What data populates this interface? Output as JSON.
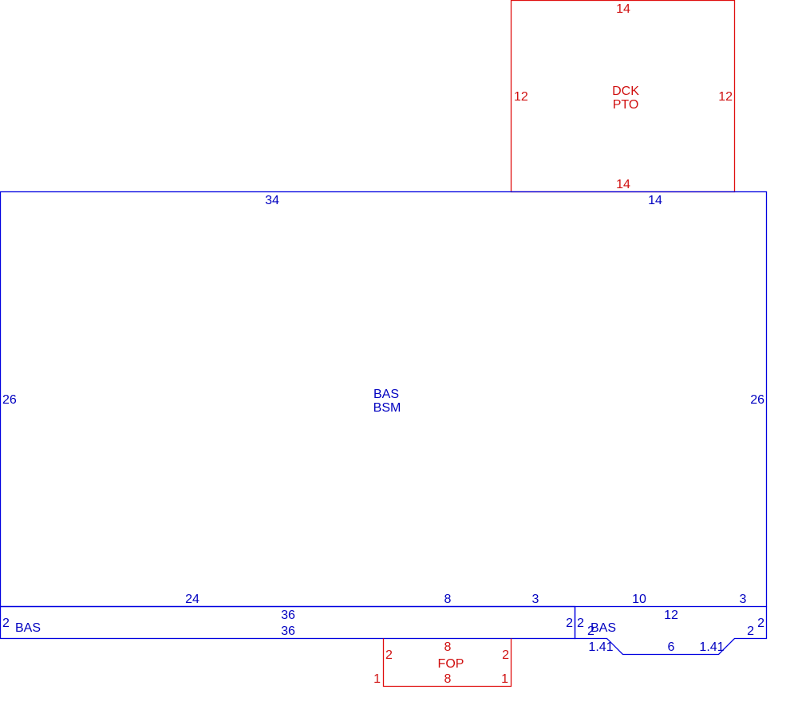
{
  "colors": {
    "main": "#0000c0",
    "secondary": "#d01010"
  },
  "areas": {
    "dck": {
      "line1": "DCK",
      "line2": "PTO"
    },
    "main": {
      "line1": "BAS",
      "line2": "BSM"
    },
    "strip": {
      "label": "BAS"
    },
    "right": {
      "label": "BAS"
    },
    "fop": {
      "label": "FOP"
    }
  },
  "dims": {
    "dck_top": "14",
    "dck_left": "12",
    "dck_right": "12",
    "dck_bottom": "14",
    "main_top_left": "34",
    "main_top_right": "14",
    "main_left": "26",
    "main_right": "26",
    "main_bottom_a": "24",
    "main_bottom_b": "8",
    "main_bottom_c": "3",
    "main_bottom_d": "10",
    "main_bottom_e": "3",
    "strip_top": "36",
    "strip_bottom": "36",
    "strip_left": "2",
    "strip_right": "2",
    "right_top": "12",
    "right_left": "2",
    "right_left_inner": "2",
    "right_right": "2",
    "right_right_inner": "2",
    "right_diag_left": "1.41",
    "right_bottom": "6",
    "right_diag_right": "1.41",
    "fop_top": "8",
    "fop_bottom": "8",
    "fop_left_upper": "2",
    "fop_right_upper": "2",
    "fop_left_lower": "1",
    "fop_right_lower": "1"
  }
}
